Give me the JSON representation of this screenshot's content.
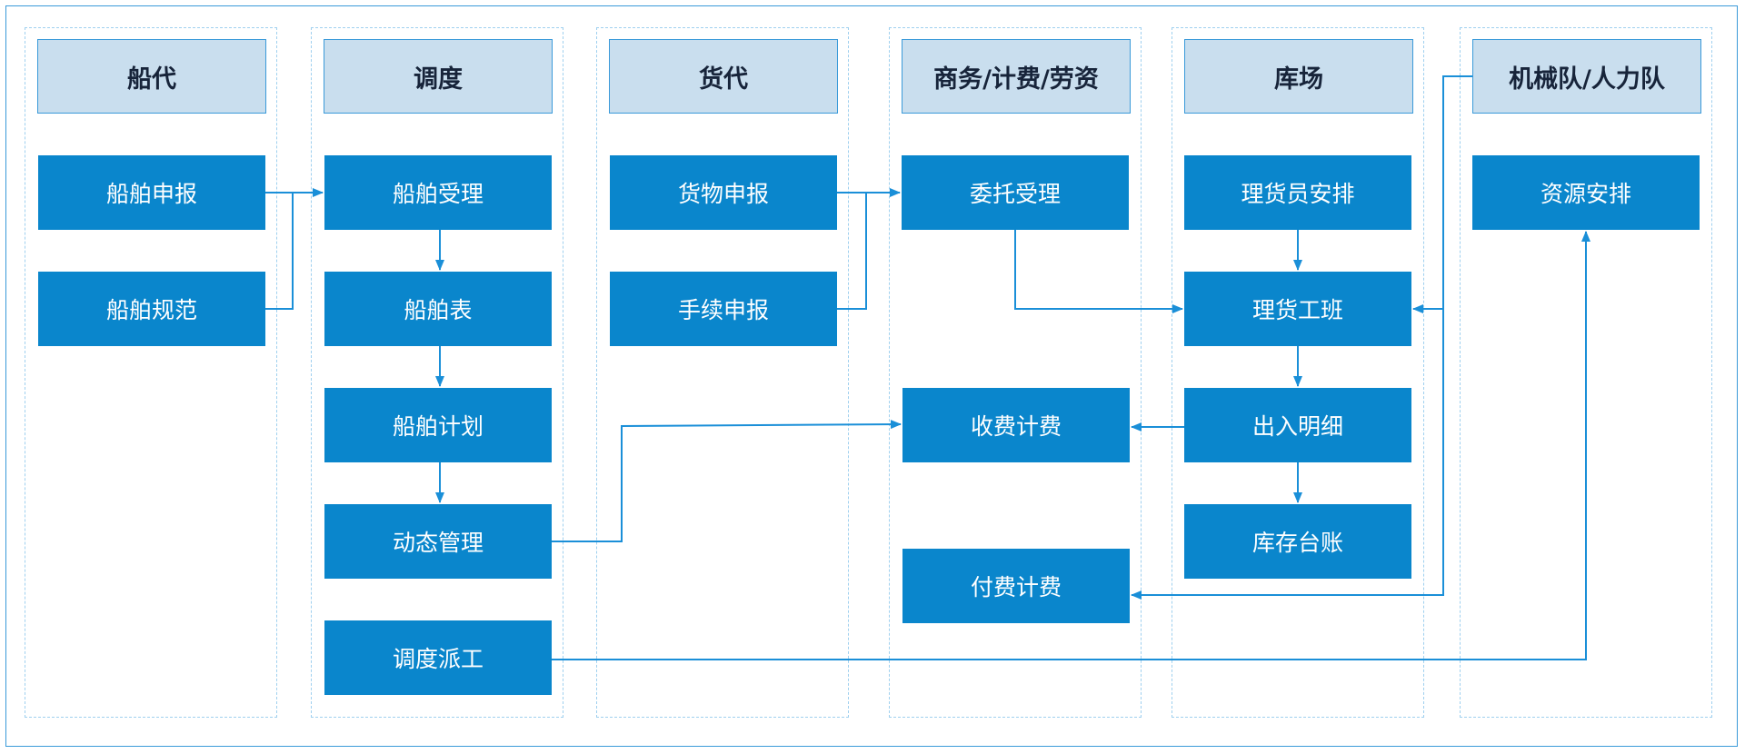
{
  "lanes": [
    {
      "title": "船代"
    },
    {
      "title": "调度"
    },
    {
      "title": "货代"
    },
    {
      "title": "商务/计费/劳资"
    },
    {
      "title": "库场"
    },
    {
      "title": "机械队/人力队"
    }
  ],
  "nodes": {
    "ship_declare": "船舶申报",
    "ship_spec": "船舶规范",
    "ship_accept": "船舶受理",
    "ship_table": "船舶表",
    "ship_plan": "船舶计划",
    "dynamic_mgmt": "动态管理",
    "dispatch": "调度派工",
    "cargo_declare": "货物申报",
    "procedure_declare": "手续申报",
    "entrust_accept": "委托受理",
    "charge_billing": "收费计费",
    "pay_billing": "付费计费",
    "tally_arrange": "理货员安排",
    "tally_team": "理货工班",
    "inout_detail": "出入明细",
    "inventory_ledger": "库存台账",
    "resource_arrange": "资源安排"
  },
  "colors": {
    "box": "#0a86cc",
    "header_bg": "#c9deee",
    "line": "#1a8fd8",
    "lane_border": "#9fd0ef",
    "frame": "#3a9ad9"
  }
}
